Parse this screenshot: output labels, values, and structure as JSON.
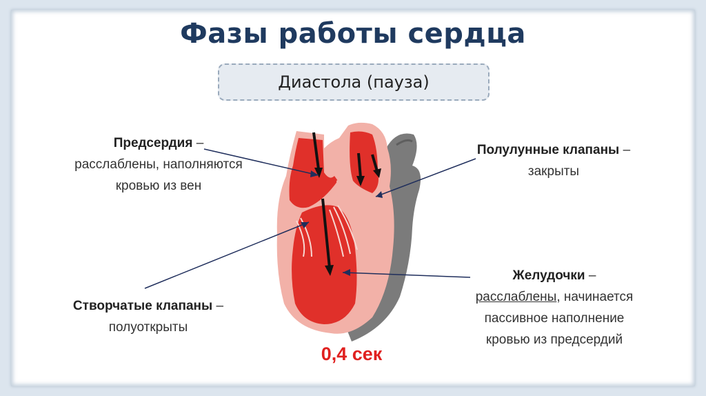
{
  "title": "Фазы работы сердца",
  "phase": "Диастола (пауза)",
  "labels": {
    "atria": {
      "term": "Предсердия",
      "dash": " –",
      "line2": "расслаблены, наполняются",
      "line3": "кровью из вен"
    },
    "semilunar": {
      "term": "Полулунные клапаны",
      "dash": " –",
      "line2": "закрыты"
    },
    "leaflet": {
      "term": "Створчатые клапаны",
      "dash": " –",
      "line2": "полуоткрыты"
    },
    "ventricles": {
      "term": "Желудочки",
      "dash": " –",
      "line2a": "расслаблены",
      "line2b": ", начинается",
      "line3": "пассивное наполнение",
      "line4": "кровью из предсердий"
    }
  },
  "time": "0,4 сек",
  "colors": {
    "title": "#1f3a5f",
    "time": "#e0201f",
    "blood": "#e0302a",
    "tissue": "#f3b6ad",
    "vessel": "#7d7d7d"
  }
}
